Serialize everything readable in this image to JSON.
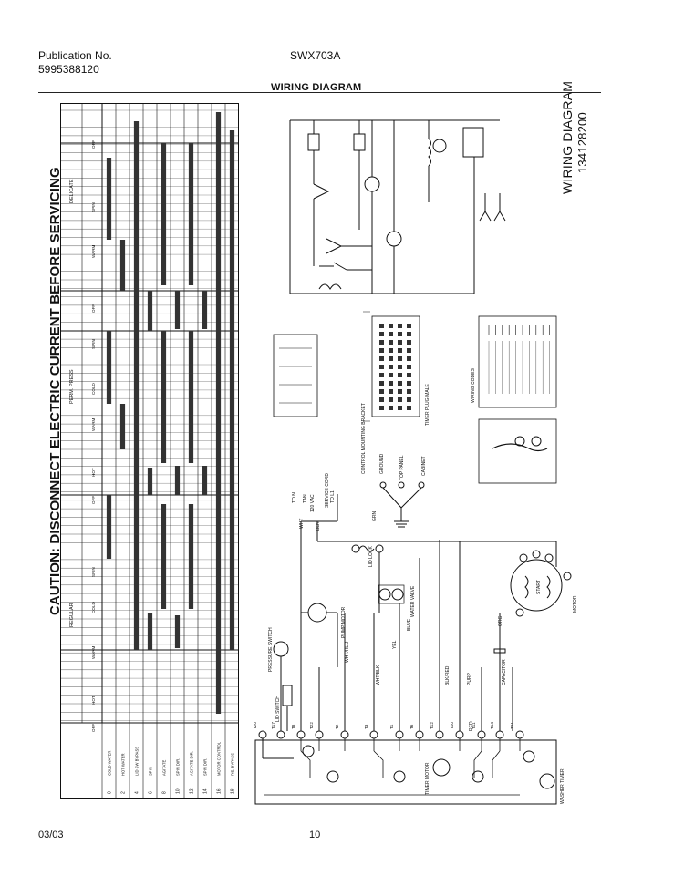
{
  "header": {
    "publication_label": "Publication No.",
    "publication_number": "5995388120",
    "model": "SWX703A",
    "section_title": "WIRING DIAGRAM"
  },
  "caution": "CAUTION: DISCONNECT ELECTRIC CURRENT BEFORE SERVICING",
  "diagram": {
    "title": "WIRING DIAGRAM",
    "number": "134128200"
  },
  "timer_chart": {
    "groups": [
      "REGULAR",
      "PERM. PRESS",
      "DELICATE"
    ],
    "column_labels": [
      "OFF",
      "HOT",
      "WARM",
      "COLD",
      "SPIN",
      "OFF",
      "HOT",
      "WARM",
      "COLD",
      "SPIN",
      "OFF",
      "WARM",
      "SPIN",
      "OFF"
    ],
    "circuits": [
      {
        "terms": "0",
        "name": "COLD WATER"
      },
      {
        "terms": "2",
        "name": "HOT WATER"
      },
      {
        "terms": "4",
        "name": "LID SW BYPASS"
      },
      {
        "terms": "6",
        "name": "SPIN"
      },
      {
        "terms": "8",
        "name": "AGITATE"
      },
      {
        "terms": "10",
        "name": "SPIN DIR."
      },
      {
        "terms": "12",
        "name": "AGITATE DIR."
      },
      {
        "terms": "14",
        "name": "SPIN DIR."
      },
      {
        "terms": "16",
        "name": "MOTOR CONTROL"
      },
      {
        "terms": "18",
        "name": "P.E. BYPASS"
      }
    ]
  },
  "schematic": {
    "wire_labels": [
      "WHT",
      "BLK",
      "YEL",
      "BLUE",
      "ORG",
      "RED",
      "GRN",
      "WHT/RED",
      "WHT/BLK",
      "BLK/RED",
      "PURP",
      "TAN"
    ],
    "terminal_labels": [
      "T20",
      "T17",
      "T8",
      "T22",
      "T2",
      "T3",
      "T1",
      "T6",
      "T12",
      "T10",
      "T11",
      "T14",
      "T21"
    ],
    "components": [
      "MOTOR",
      "START",
      "CAPACITOR",
      "WATER VALVE",
      "LID LOCK",
      "PUMP MOTOR",
      "PRESSURE SWITCH",
      "LID SWITCH",
      "TIMER MOTOR",
      "SERVICE CORD",
      "GROUND",
      "CABINET",
      "TOP PANEL",
      "CONTROL MOUNTING BRACKET",
      "WASHER TIMER",
      "TIMER PLUG-MALE",
      "WIRING CODES"
    ],
    "supply_labels": [
      "TO N",
      "TO L1",
      "120 VAC"
    ]
  },
  "footer": {
    "date": "03/03",
    "page": "10"
  }
}
